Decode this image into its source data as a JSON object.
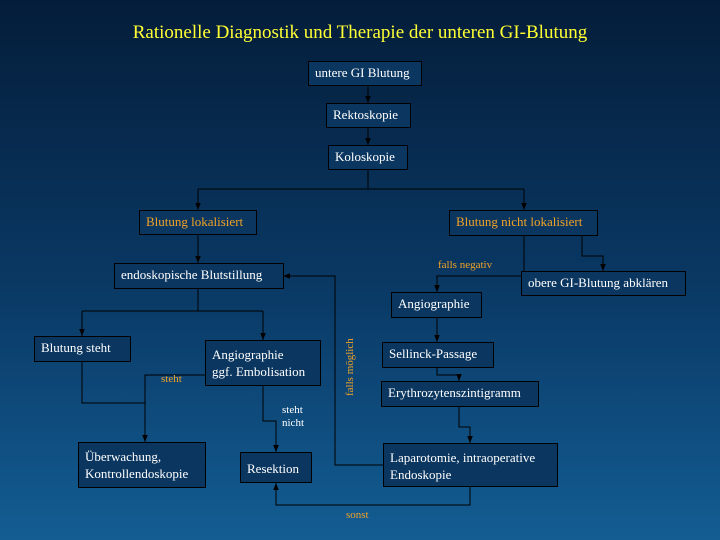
{
  "title": "Rationelle Diagnostik und Therapie der unteren GI-Blutung",
  "nodes": {
    "untere": "untere GI Blutung",
    "rekto": "Rektoskopie",
    "kolo": "Koloskopie",
    "lokalisiert": "Blutung lokalisiert",
    "nicht_lokalisiert": "Blutung nicht lokalisiert",
    "endoskopisch": "endoskopische Blutstillung",
    "obere": "obere GI-Blutung abklären",
    "angio_main": "Angiographie",
    "steht": "Blutung steht",
    "angio_embo_1": "Angiographie",
    "angio_embo_2": "ggf. Embolisation",
    "sellinck": "Sellinck-Passage",
    "erythro": "Erythrozytenszintigramm",
    "ueberwachung_1": "Überwachung,",
    "ueberwachung_2": "Kontrollendoskopie",
    "resektion": "Resektion",
    "laparotomie_1": "Laparotomie, intraoperative",
    "laparotomie_2": "Endoskopie"
  },
  "edge_labels": {
    "falls_negativ": "falls negativ",
    "steht": "steht",
    "falls_moeglich": "falls möglich",
    "steht_nicht_1": "steht",
    "steht_nicht_2": "nicht",
    "sonst": "sonst"
  }
}
